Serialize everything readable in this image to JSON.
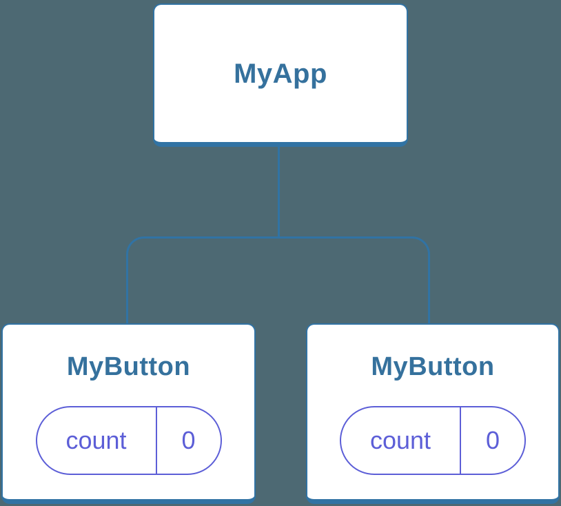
{
  "diagram": {
    "type": "component-tree",
    "root": {
      "label": "MyApp"
    },
    "children": [
      {
        "label": "MyButton",
        "state": {
          "key": "count",
          "value": "0"
        }
      },
      {
        "label": "MyButton",
        "state": {
          "key": "count",
          "value": "0"
        }
      }
    ]
  },
  "colors": {
    "background": "#4d6973",
    "accent-blue": "#3173a4",
    "heading-blue": "#35719d",
    "state-purple": "#5c5ed7",
    "card-bg": "#ffffff"
  }
}
